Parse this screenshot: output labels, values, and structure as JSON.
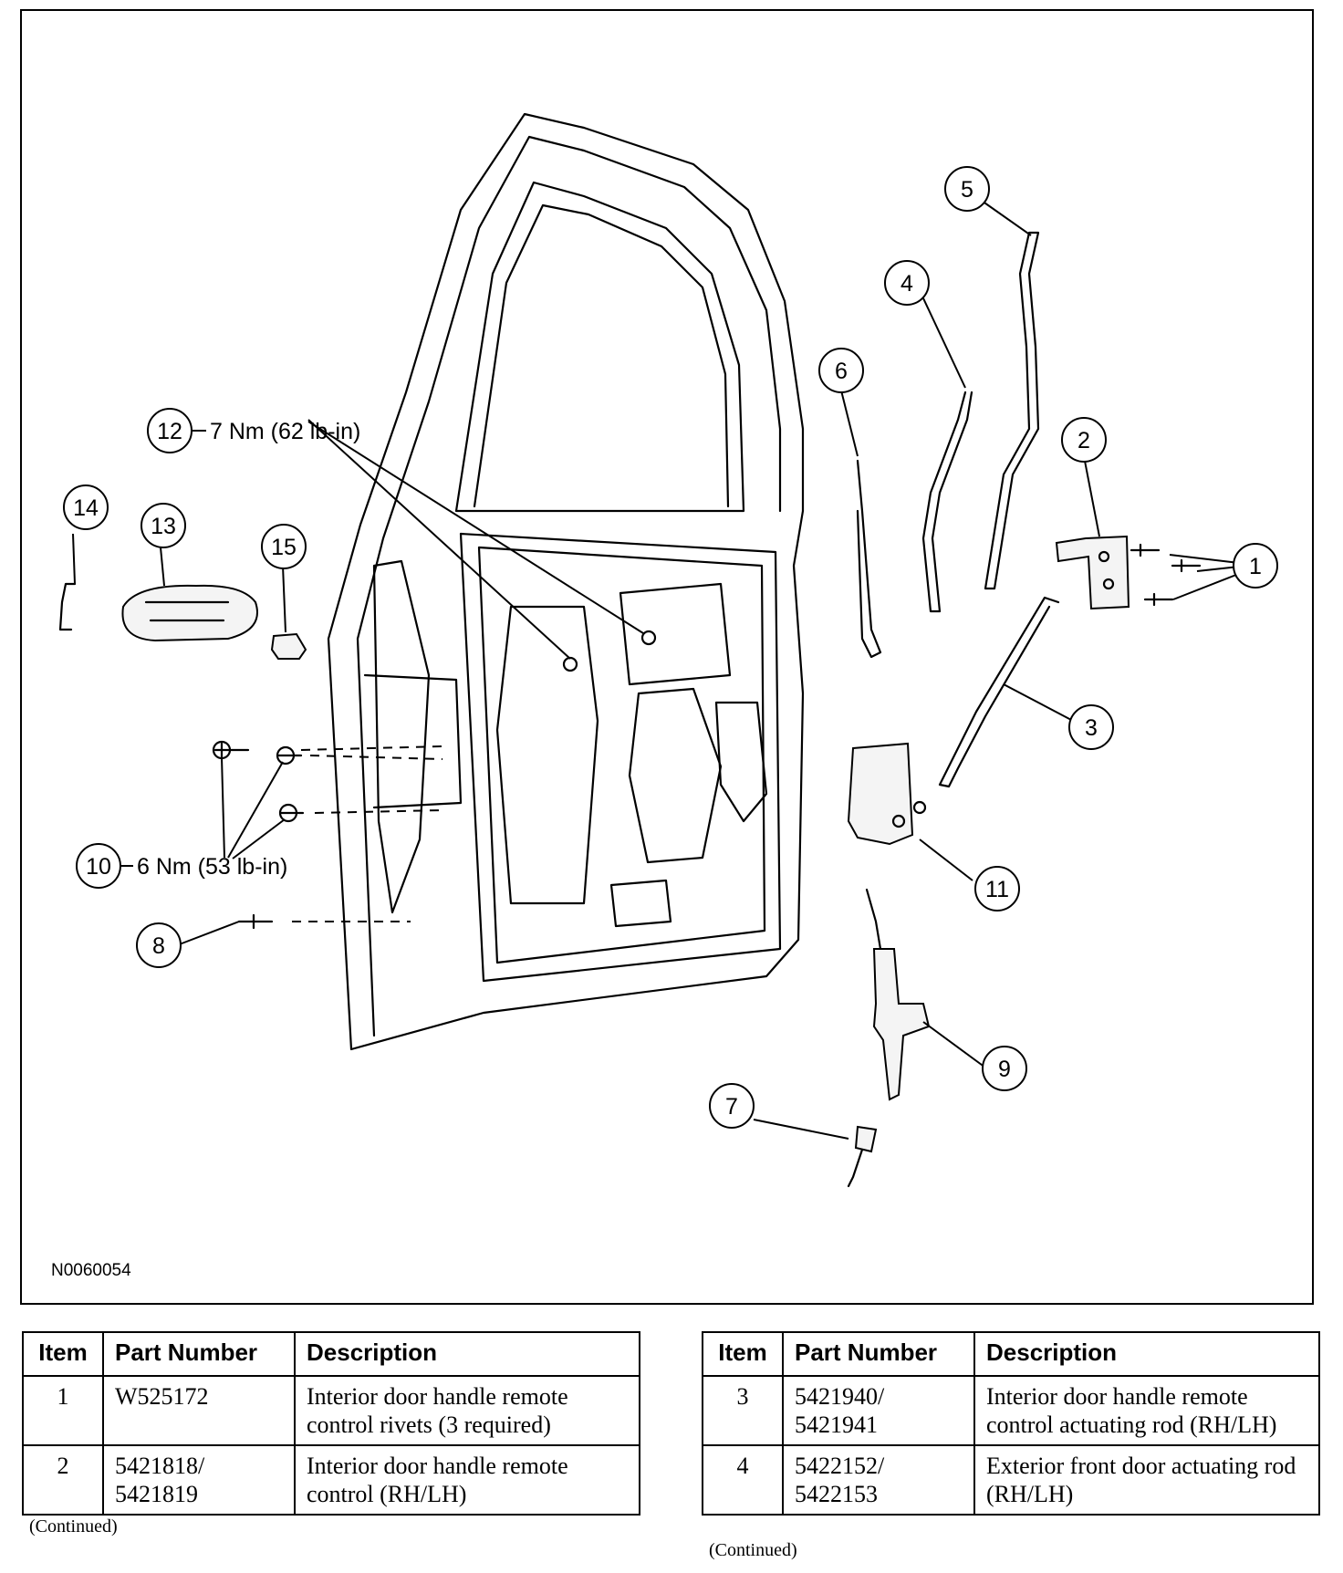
{
  "figure": {
    "id": "N0060054",
    "callouts": [
      {
        "n": "1"
      },
      {
        "n": "2"
      },
      {
        "n": "3"
      },
      {
        "n": "4"
      },
      {
        "n": "5"
      },
      {
        "n": "6"
      },
      {
        "n": "7"
      },
      {
        "n": "8"
      },
      {
        "n": "9"
      },
      {
        "n": "10"
      },
      {
        "n": "11"
      },
      {
        "n": "12"
      },
      {
        "n": "13"
      },
      {
        "n": "14"
      },
      {
        "n": "15"
      }
    ],
    "torque_12": "7 Nm (62 lb-in)",
    "torque_10": "6 Nm (53 lb-in)"
  },
  "table_headers": {
    "item": "Item",
    "part_number": "Part Number",
    "description": "Description"
  },
  "table_left": [
    {
      "item": "1",
      "part_number": "W525172",
      "description": "Interior door handle remote control rivets (3 required)"
    },
    {
      "item": "2",
      "part_number": "5421818/ 5421819",
      "description": "Interior door handle remote control (RH/LH)"
    }
  ],
  "table_right": [
    {
      "item": "3",
      "part_number": "5421940/ 5421941",
      "description": "Interior door handle remote control actuating rod (RH/LH)"
    },
    {
      "item": "4",
      "part_number": "5422152/ 5422153",
      "description": "Exterior front door actuating rod (RH/LH)"
    }
  ],
  "continued_label": "(Continued)"
}
